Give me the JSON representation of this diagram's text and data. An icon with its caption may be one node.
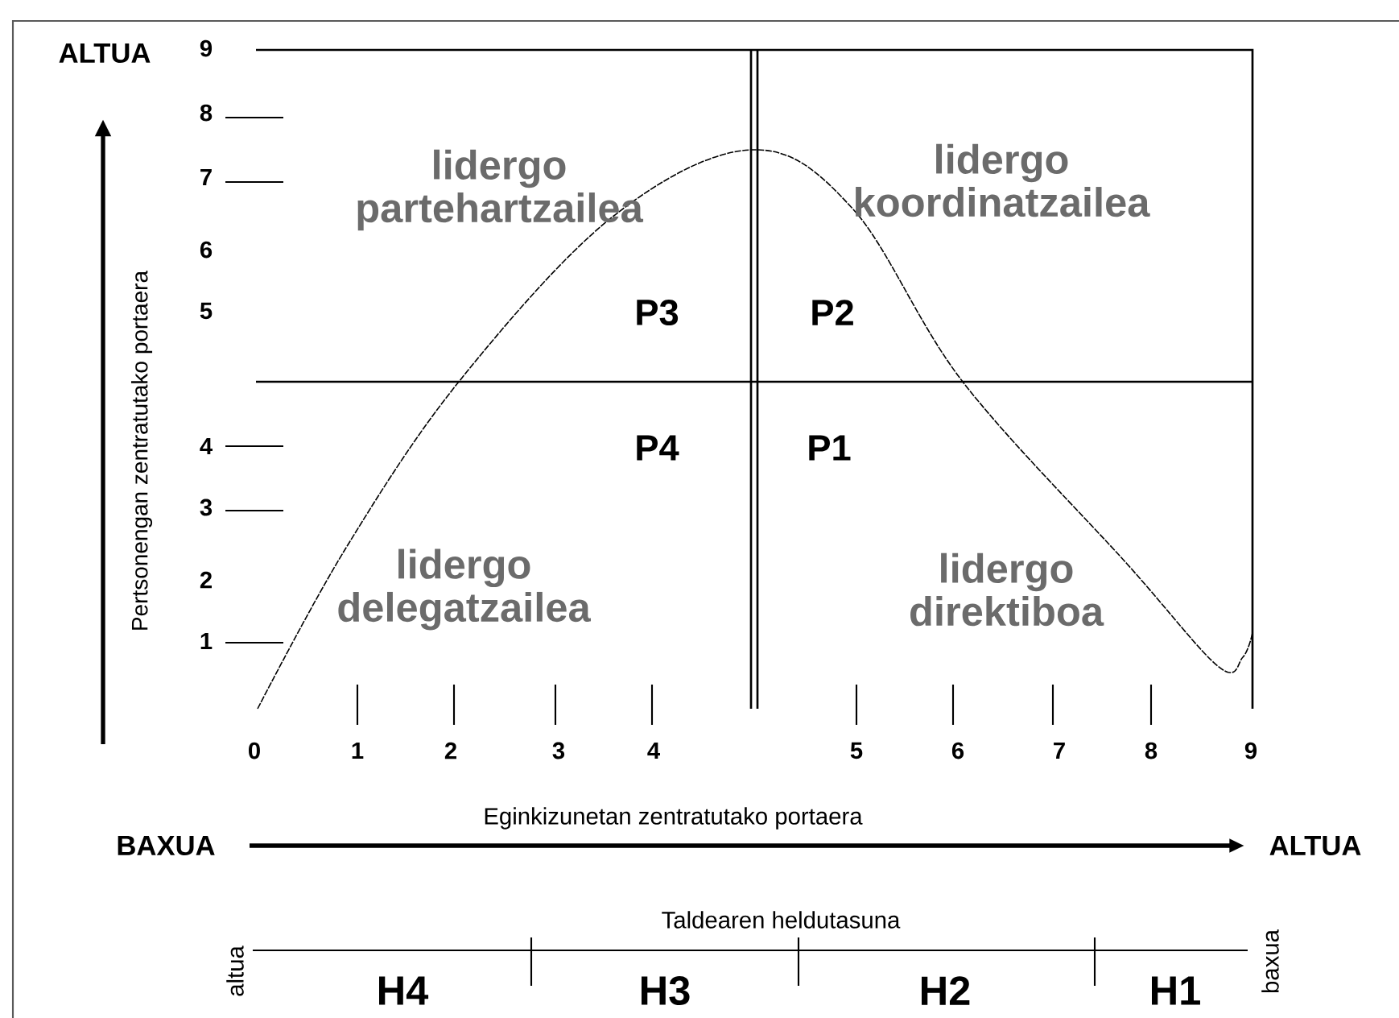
{
  "diagram": {
    "labels": [
      "ALTUA",
      "9",
      "8",
      "7",
      "lidergo partehartzailea",
      "lidergo koordinatzailea",
      "6",
      "Pertsonengan zentratutako portaera",
      "5",
      "P3",
      "P2",
      "4",
      "P4",
      "P1",
      "3",
      "2",
      "lidergo delegatzailea",
      "lidergo direktiboa",
      "1",
      "0",
      "1",
      "2",
      "3",
      "4",
      "5",
      "6",
      "7",
      "8",
      "9",
      "Eginkizunetan zentratutako portaera",
      "BAXUA",
      "ALTUA",
      "Taldearen heldutasuna",
      "altua",
      "H4",
      "H3",
      "H2",
      "H1",
      "baxua"
    ]
  }
}
